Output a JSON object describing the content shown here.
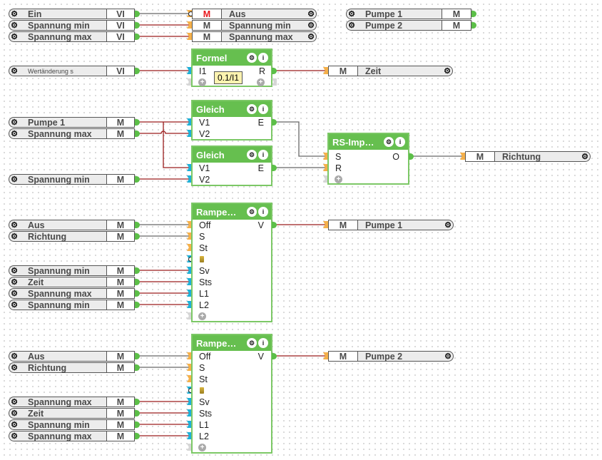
{
  "colors": {
    "wire_value": "#9b1c1c",
    "wire_bool": "#666666",
    "block_header": "#66bf4f",
    "port_bool": "#f5b04a",
    "port_value": "#1eb0d8"
  },
  "top_inputs": [
    {
      "label": "Ein",
      "type": "VI"
    },
    {
      "label": "Spannung min",
      "type": "VI"
    },
    {
      "label": "Spannung max",
      "type": "VI"
    }
  ],
  "top_outputs": [
    {
      "label": "Aus",
      "type": "M"
    },
    {
      "label": "Spannung min",
      "type": "M"
    },
    {
      "label": "Spannung max",
      "type": "M"
    }
  ],
  "pump_inputs": [
    {
      "label": "Pumpe 1",
      "type": "M"
    },
    {
      "label": "Pumpe 2",
      "type": "M"
    }
  ],
  "formel": {
    "input": {
      "label": "Wertänderung s",
      "type": "VI"
    },
    "title": "Formel",
    "pin_in": "I1",
    "pin_out": "R",
    "formula": "0.1/I1",
    "output": {
      "label": "Zeit",
      "type": "M"
    }
  },
  "gleich1": {
    "title": "Gleich",
    "pins": [
      "V1",
      "V2"
    ],
    "out": "E",
    "inputs": [
      {
        "label": "Pumpe 1",
        "type": "M"
      },
      {
        "label": "Spannung max",
        "type": "M"
      }
    ]
  },
  "gleich2": {
    "title": "Gleich",
    "pins": [
      "V1",
      "V2"
    ],
    "out": "E",
    "inputs": [
      {
        "label": "Spannung min",
        "type": "M"
      }
    ]
  },
  "rs": {
    "title": "RS-Imp…",
    "pins": [
      "S",
      "R"
    ],
    "out": "O",
    "output": {
      "label": "Richtung",
      "type": "M"
    }
  },
  "rampe1": {
    "title": "Rampe…",
    "pins": [
      "Off",
      "S",
      "St",
      "Sv",
      "Sts",
      "L1",
      "L2"
    ],
    "out": "V",
    "inputs_bool": [
      {
        "label": "Aus",
        "type": "M"
      },
      {
        "label": "Richtung",
        "type": "M"
      }
    ],
    "inputs_val": [
      {
        "label": "Spannung min",
        "type": "M"
      },
      {
        "label": "Zeit",
        "type": "M"
      },
      {
        "label": "Spannung max",
        "type": "M"
      },
      {
        "label": "Spannung min",
        "type": "M"
      }
    ],
    "output": {
      "label": "Pumpe 1",
      "type": "M"
    }
  },
  "rampe2": {
    "title": "Rampe…",
    "pins": [
      "Off",
      "S",
      "St",
      "Sv",
      "Sts",
      "L1",
      "L2"
    ],
    "out": "V",
    "inputs_bool": [
      {
        "label": "Aus",
        "type": "M"
      },
      {
        "label": "Richtung",
        "type": "M"
      }
    ],
    "inputs_val": [
      {
        "label": "Spannung max",
        "type": "M"
      },
      {
        "label": "Zeit",
        "type": "M"
      },
      {
        "label": "Spannung min",
        "type": "M"
      },
      {
        "label": "Spannung max",
        "type": "M"
      }
    ],
    "output": {
      "label": "Pumpe 2",
      "type": "M"
    }
  },
  "icons": {
    "gear": "⚙",
    "info": "i",
    "add": "+"
  }
}
